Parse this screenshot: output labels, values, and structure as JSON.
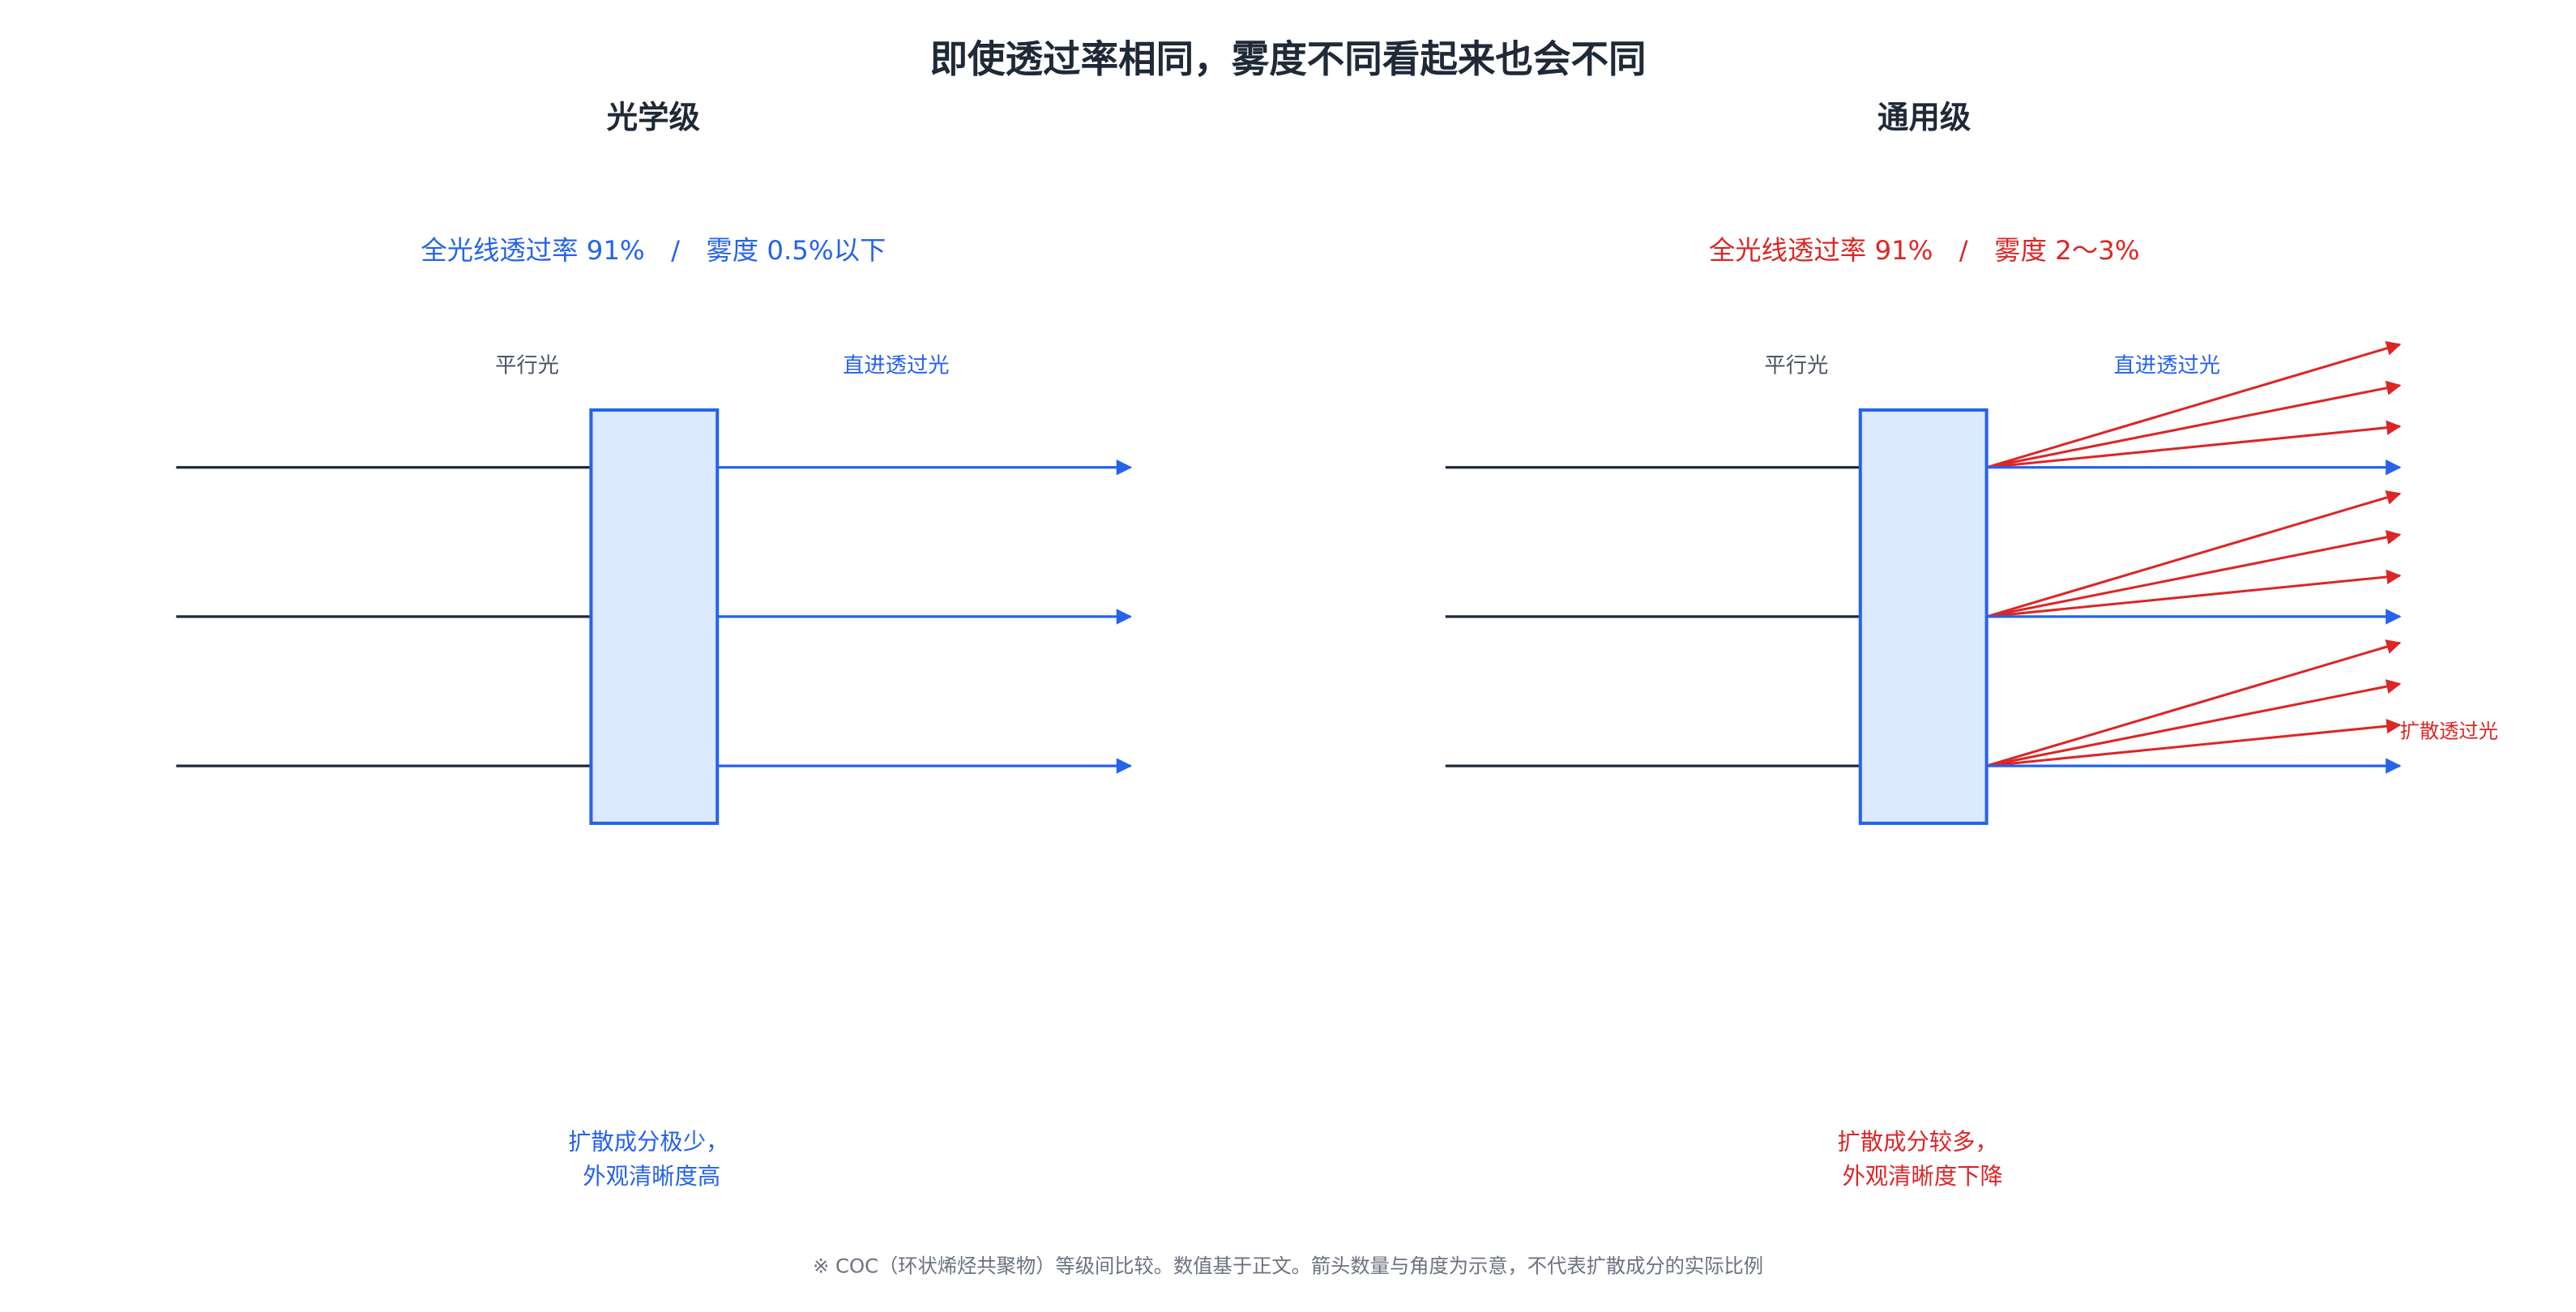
{
  "title": "即使透过率相同，雾度不同看起来也会不同",
  "colors": {
    "text_dark": "#1f2937",
    "blue": "#2563eb",
    "red": "#dc2626",
    "box_fill": "#dbeafe",
    "incident_line": "#1f2937",
    "label_gray": "#4b5563",
    "footnote_gray": "#6b7280"
  },
  "panels": [
    {
      "heading": "光学级",
      "spec": "全光线透过率 91%　/　雾度 0.5%以下",
      "spec_color": "#2563eb",
      "incident_label": "平行光",
      "transmitted_label": "直进透过光",
      "diffuse_label": "",
      "caption_line1": "扩散成分极少，",
      "caption_line2": "外观清晰度高",
      "caption_color": "#2563eb"
    },
    {
      "heading": "通用级",
      "spec": "全光线透过率 91%　/　雾度 2～3%",
      "spec_color": "#dc2626",
      "incident_label": "平行光",
      "transmitted_label": "直进透过光",
      "diffuse_label": "扩散透过光",
      "caption_line1": "扩散成分较多，",
      "caption_line2": "外观清晰度下降",
      "caption_color": "#dc2626"
    }
  ],
  "footnote": "※ COC（环状烯烃共聚物）等级间比较。数值基于正文。箭头数量与角度为示意，不代表扩散成分的实际比例"
}
